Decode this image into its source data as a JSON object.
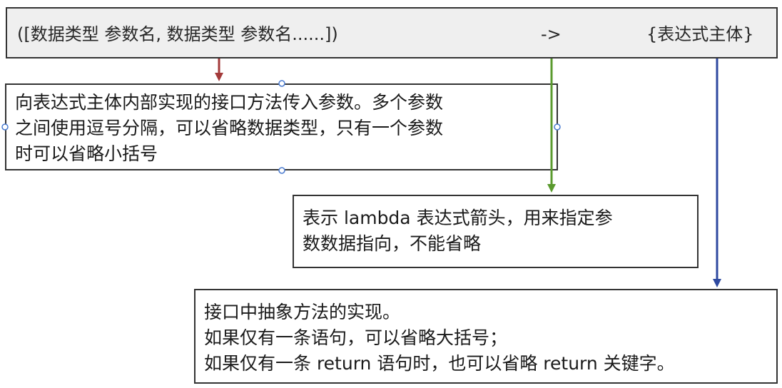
{
  "syntax": {
    "params": "([数据类型 参数名, 数据类型 参数名......])",
    "arrow": "->",
    "body": "{表达式主体}"
  },
  "notes": {
    "params": [
      "向表达式主体内部实现的接口方法传入参数。多个参数",
      "之间使用逗号分隔，可以省略数据类型，只有一个参数",
      "时可以省略小括号"
    ],
    "arrow": [
      "表示 lambda 表达式箭头，用来指定参",
      "数数据指向，不能省略"
    ],
    "body": [
      "接口中抽象方法的实现。",
      "如果仅有一条语句，可以省略大括号；",
      "如果仅有一条 return 语句时，也可以省略 return 关键字。"
    ]
  },
  "colors": {
    "params_connector": "#a33a3a",
    "arrow_connector": "#5a9a2e",
    "body_connector": "#2f4aa0",
    "syntax_fill": "#efefef",
    "border": "#333333",
    "handle": "#4a7bd0"
  }
}
